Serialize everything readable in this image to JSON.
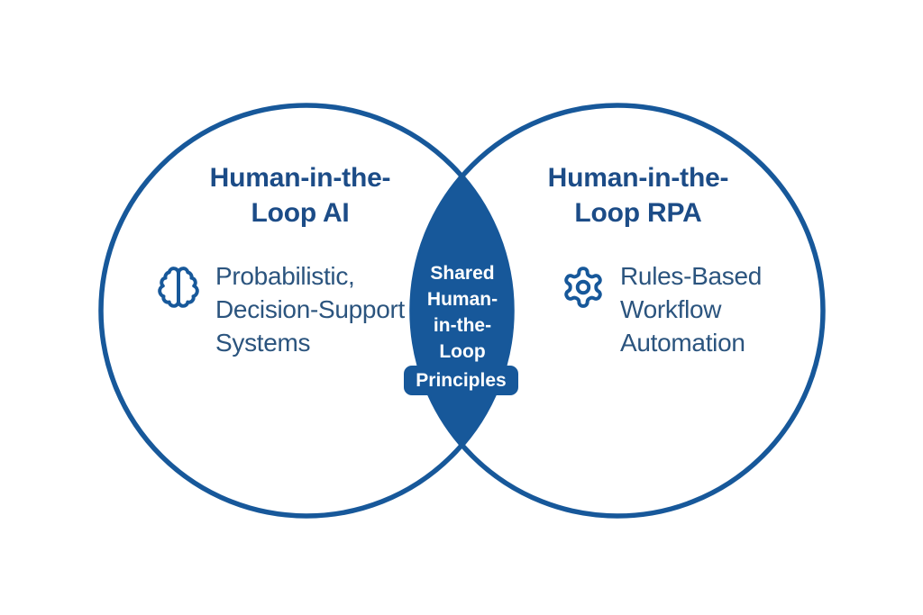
{
  "colors": {
    "venn_blue": "#17589a",
    "title_navy": "#1c4c87",
    "body_navy": "#2b547e",
    "intersection_text": "#ffffff",
    "background": "#ffffff"
  },
  "venn": {
    "left": {
      "title": [
        "Human-in-the-",
        "Loop AI"
      ],
      "icon": "brain-icon",
      "body": [
        "Probabilistic,",
        "Decision-Support",
        "Systems"
      ]
    },
    "right": {
      "title": [
        "Human-in-the-",
        "Loop RPA"
      ],
      "icon": "gear-icon",
      "body": [
        "Rules-Based",
        "Workflow",
        "Automation"
      ]
    },
    "intersection": {
      "label_lines": [
        "Shared",
        "Human-",
        "in-the-",
        "Loop"
      ],
      "badge_label": "Principles"
    }
  }
}
